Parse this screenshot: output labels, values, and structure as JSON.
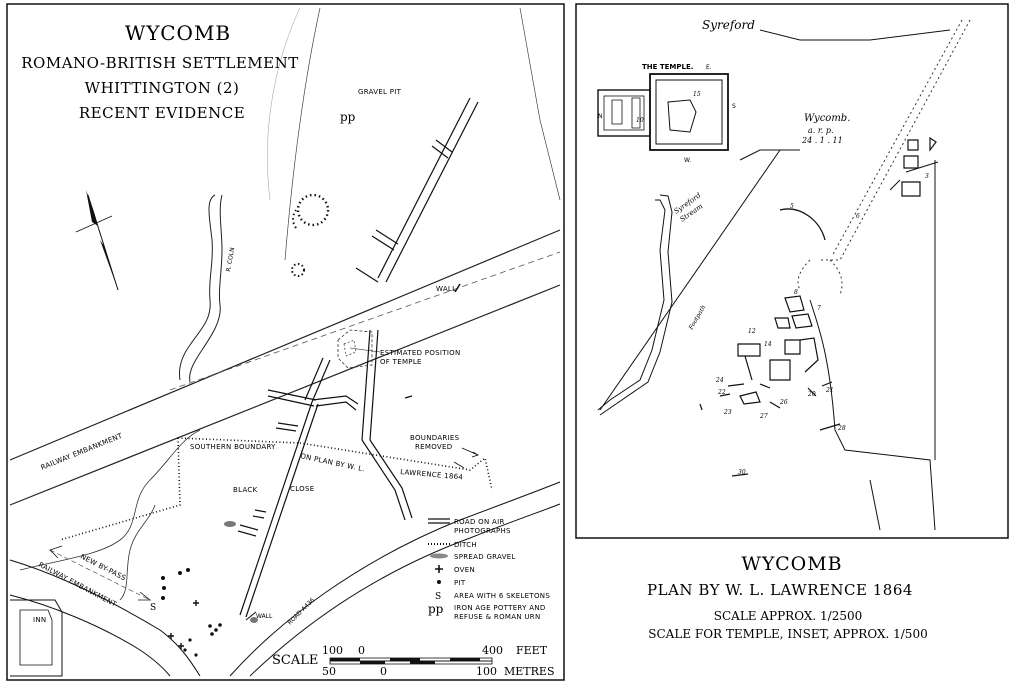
{
  "left_map": {
    "title": "WYCOMB",
    "subtitle_1": "ROMANO-BRITISH SETTLEMENT",
    "subtitle_2": "WHITTINGTON (2)",
    "subtitle_3": "RECENT EVIDENCE",
    "labels": {
      "gravel_pit": "GRAVEL PIT",
      "pp": "pp",
      "r_coln": "R. COLN",
      "wall_top": "WALL",
      "estimated_1": "ESTIMATED POSITION",
      "estimated_2": "OF TEMPLE",
      "railway_1": "RAILWAY EMBANKMENT",
      "railway_2": "RAILWAY EMBANKMENT",
      "southern_boundary": "SOUTHERN BOUNDARY",
      "on_plan": "ON PLAN BY W. L.",
      "lawrence": "LAWRENCE 1864",
      "boundaries_1": "BOUNDARIES",
      "boundaries_2": "REMOVED",
      "black": "BLACK",
      "close": "CLOSE",
      "new_bypass": "NEW BY-PASS",
      "s_mark": "S",
      "wall_bottom": "WALL",
      "road_a436": "ROAD A436",
      "inn": "INN"
    },
    "legend": [
      {
        "symbol": "road",
        "label": "ROAD ON AIR",
        "label2": "PHOTOGRAPHS"
      },
      {
        "symbol": "ditch",
        "label": "DITCH",
        "label2": ""
      },
      {
        "symbol": "gravel",
        "label": "SPREAD GRAVEL",
        "label2": ""
      },
      {
        "symbol": "oven",
        "label": "OVEN",
        "label2": ""
      },
      {
        "symbol": "pit",
        "label": "PIT",
        "label2": ""
      },
      {
        "symbol": "S",
        "label": "AREA WITH 6 SKELETONS",
        "label2": ""
      },
      {
        "symbol": "pp",
        "label": "IRON AGE POTTERY AND",
        "label2": "REFUSE & ROMAN URN"
      }
    ],
    "scale": {
      "label": "SCALE",
      "feet_ticks": [
        "100",
        "0",
        "400"
      ],
      "feet_unit": "FEET",
      "metre_ticks": [
        "50",
        "0",
        "100"
      ],
      "metre_unit": "METRES"
    }
  },
  "right_map": {
    "labels": {
      "syreford": "Syreford",
      "the_temple": "THE TEMPLE.",
      "e": "E.",
      "n": "N",
      "s": "S",
      "w": "W.",
      "n15": "15",
      "n10": "10",
      "wycomb": "Wycomb.",
      "arp": "a.   r.   p.",
      "arp_vals": "24 .  1 .  11",
      "syreford_stream_1": "Syreford",
      "syreford_stream_2": "Stream",
      "footpath": "Footpath",
      "n3": "3",
      "n5": "5",
      "n6": "6",
      "n7": "7",
      "n8": "8",
      "n12": "12",
      "n14": "14",
      "n20": "20",
      "n21": "21",
      "n22": "22",
      "n23": "23",
      "n24": "24",
      "n26": "26",
      "n27": "27",
      "n28": "28",
      "n30": "30"
    },
    "caption": {
      "title": "WYCOMB",
      "subtitle": "PLAN BY W. L. LAWRENCE  1864",
      "scale_1": "SCALE APPROX. 1/2500",
      "scale_2": "SCALE FOR TEMPLE, INSET, APPROX. 1/500"
    }
  }
}
